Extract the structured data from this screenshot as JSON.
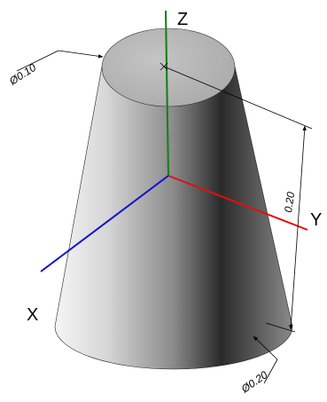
{
  "axes": {
    "x_label": "X",
    "y_label": "Y",
    "z_label": "Z",
    "colors": {
      "x": "#1010d0",
      "y": "#e01010",
      "z": "#108010"
    }
  },
  "dimensions": {
    "top_diameter": "Ø0.10",
    "bottom_diameter": "Ø0.20",
    "height": "0.20"
  },
  "shape": {
    "name": "truncated cone",
    "shading": [
      "#f2f2f2",
      "#c8c8c8",
      "#6e6e6e",
      "#1e1e1e",
      "#6a6a6a"
    ]
  }
}
